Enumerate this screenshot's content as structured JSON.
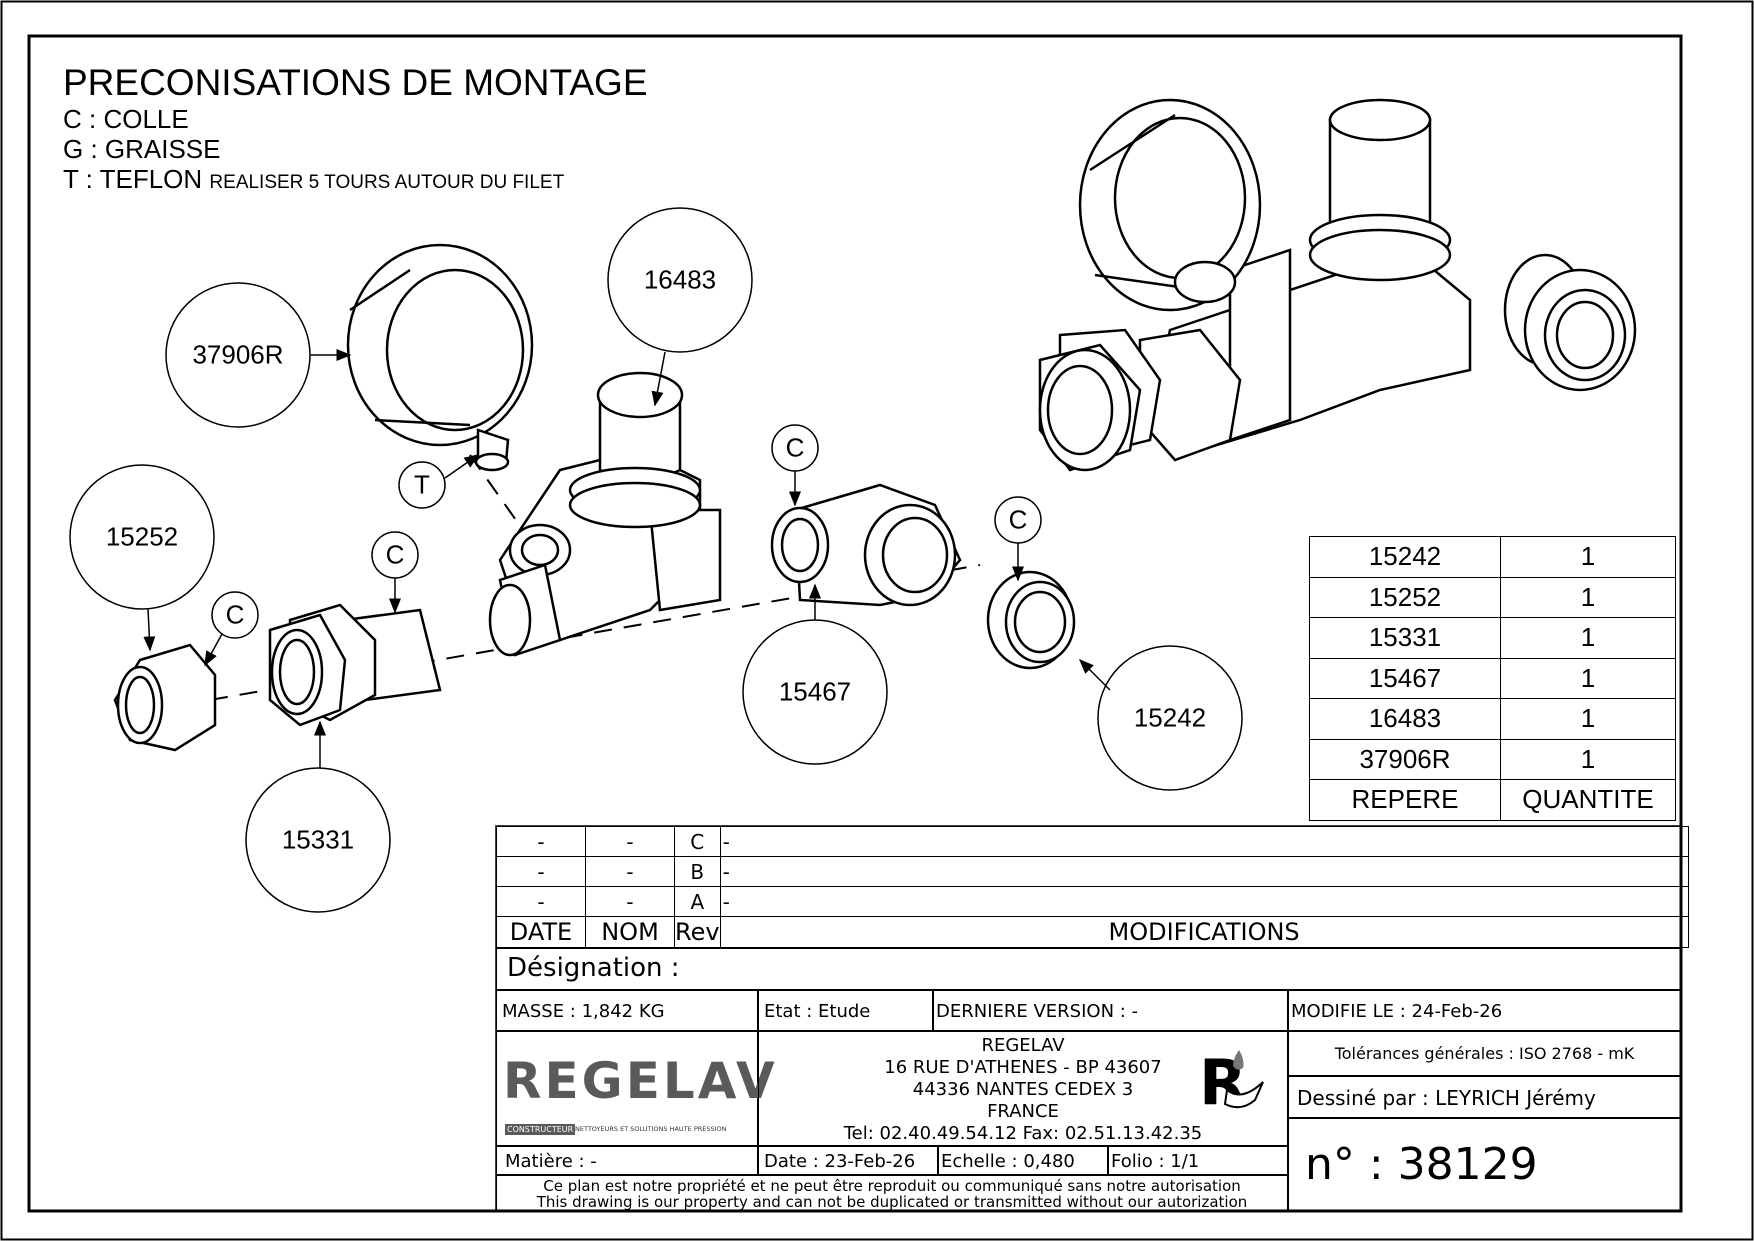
{
  "notes": {
    "title": "PRECONISATIONS DE MONTAGE",
    "items": [
      "C : COLLE",
      "G : GRAISSE",
      "T : TEFLON"
    ],
    "teflon_detail": "REALISER 5 TOURS AUTOUR DU FILET"
  },
  "callouts": {
    "part_16483": "16483",
    "part_37906r": "37906R",
    "part_15252": "15252",
    "part_15331": "15331",
    "part_15467": "15467",
    "part_15242": "15242",
    "mark_t": "T",
    "mark_c": "C"
  },
  "bom": {
    "rows": [
      {
        "repere": "15242",
        "quantite": "1"
      },
      {
        "repere": "15252",
        "quantite": "1"
      },
      {
        "repere": "15331",
        "quantite": "1"
      },
      {
        "repere": "15467",
        "quantite": "1"
      },
      {
        "repere": "16483",
        "quantite": "1"
      },
      {
        "repere": "37906R",
        "quantite": "1"
      }
    ],
    "header_repere": "REPERE",
    "header_quantite": "QUANTITE"
  },
  "revisions": {
    "rows": [
      {
        "date": "-",
        "nom": "-",
        "rev": "C",
        "mod": "-"
      },
      {
        "date": "-",
        "nom": "-",
        "rev": "B",
        "mod": "-"
      },
      {
        "date": "-",
        "nom": "-",
        "rev": "A",
        "mod": "-"
      }
    ],
    "header": {
      "date": "DATE",
      "nom": "NOM",
      "rev": "Rev",
      "mod": "MODIFICATIONS"
    }
  },
  "title_block": {
    "designation": "Désignation :",
    "masse": "MASSE : 1,842 KG",
    "etat": "Etat : Etude",
    "derniere_version": "DERNIERE VERSION : -",
    "modifie_le": "MODIFIE LE : 24-Feb-26",
    "logo": "REGELAV",
    "logo_tag": "CONSTRUCTEUR",
    "logo_sub": "NETTOYEURS ET SOLUTIONS HAUTE PRESSION",
    "address": [
      "REGELAV",
      "16 RUE D'ATHENES - BP 43607",
      "44336 NANTES CEDEX 3",
      "FRANCE"
    ],
    "phone": "Tel:   02.40.49.54.12   Fax:   02.51.13.42.35",
    "tolerances": "Tolérances générales : ISO 2768 - mK",
    "dessine_par": "Dessiné par : LEYRICH Jérémy",
    "matiere": "Matière : -",
    "date": "Date : 23-Feb-26",
    "echelle": "Echelle : 0,480",
    "folio": "Folio : 1/1",
    "numero": "n° : 38129",
    "legal_fr": "Ce plan est notre propriété et ne peut être reproduit ou communiqué sans notre autorisation",
    "legal_en": "This drawing is our property and can not be duplicated or transmitted without our autorization"
  }
}
